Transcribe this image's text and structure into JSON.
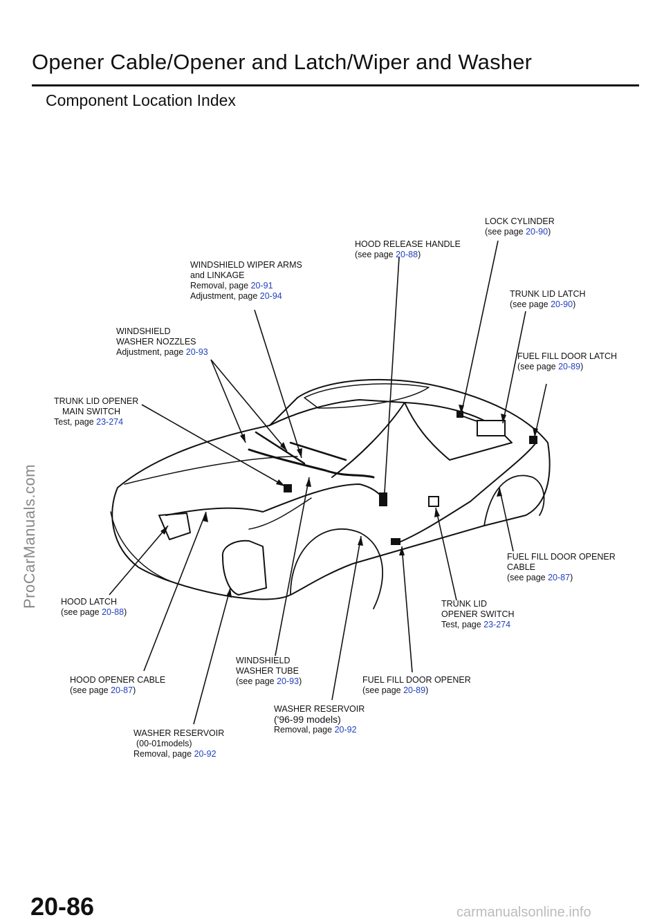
{
  "header": {
    "title": "Opener Cable/Opener and Latch/Wiper and Washer",
    "subtitle": "Component Location Index"
  },
  "watermark": "ProCarManuals.com",
  "footer": {
    "page_number": "20-86",
    "site": "carmanualsonline.info"
  },
  "callouts": {
    "lock_cylinder": {
      "l1": "LOCK CYLINDER",
      "l2": "(see page ",
      "ref": "20-90",
      "end": ")"
    },
    "hood_release_handle": {
      "l1": "HOOD RELEASE HANDLE",
      "l2": "(see page ",
      "ref": "20-88",
      "end": ")"
    },
    "wiper_arms": {
      "l1": "WINDSHIELD  WIPER  ARMS",
      "l2": "and LINKAGE",
      "l3": "Removal, page ",
      "ref1": "20-91",
      "l4": "Adjustment,  page  ",
      "ref2": "20-94"
    },
    "trunk_lid_latch": {
      "l1": "TRUNK LID LATCH",
      "l2": "(see page  ",
      "ref": "20-90",
      "end": ")"
    },
    "washer_nozzles": {
      "l1": "WINDSHIELD",
      "l2": "WASHER NOZZLES",
      "l3": "Adjustment, page ",
      "ref": "20-93"
    },
    "fuel_fill_door_latch": {
      "l1": "FUEL  FILL  DOOR  LATCH",
      "l2": "(see page ",
      "ref": "20-89",
      "end": ")"
    },
    "trunk_opener_main_switch": {
      "l1": "TRUNK LID OPENER",
      "l2": "MAIN SWITCH",
      "l3": "Test, page ",
      "ref": "23-274"
    },
    "fuel_fill_door_opener_cable": {
      "l1": "FUEL FILL DOOR OPENER",
      "l2": "CABLE",
      "l3": "(see  page  ",
      "ref": "20-87",
      "end": ")"
    },
    "hood_latch": {
      "l1": "HOOD  LATCH",
      "l2": "(see page ",
      "ref": "20-88",
      "end": ")"
    },
    "trunk_lid_opener_switch": {
      "l1": "TRUNK  LID",
      "l2": "OPENER  SWITCH",
      "l3": "Test, page ",
      "ref": "23-274"
    },
    "washer_tube": {
      "l1": "WINDSHIELD",
      "l2": "WASHER TUBE",
      "l3": "(see  page  ",
      "ref": "20-93",
      "end": ")"
    },
    "hood_opener_cable": {
      "l1": "HOOD OPENER CABLE",
      "l2": "(see page ",
      "ref": "20-87",
      "end": ")"
    },
    "fuel_fill_door_opener": {
      "l1": "FUEL FILL DOOR OPENER",
      "l2": "(see page ",
      "ref": "20-89",
      "end": ")"
    },
    "washer_reservoir_96": {
      "l1": "WASHER RESERVOIR",
      "l2": "('96-99 models)",
      "l3": "Removal, page ",
      "ref": "20-92"
    },
    "washer_reservoir_00": {
      "l1": "WASHER  RESERVOIR",
      "l2": "(00-01models)",
      "l3": "Removal,  page  ",
      "ref": "20-92"
    }
  }
}
